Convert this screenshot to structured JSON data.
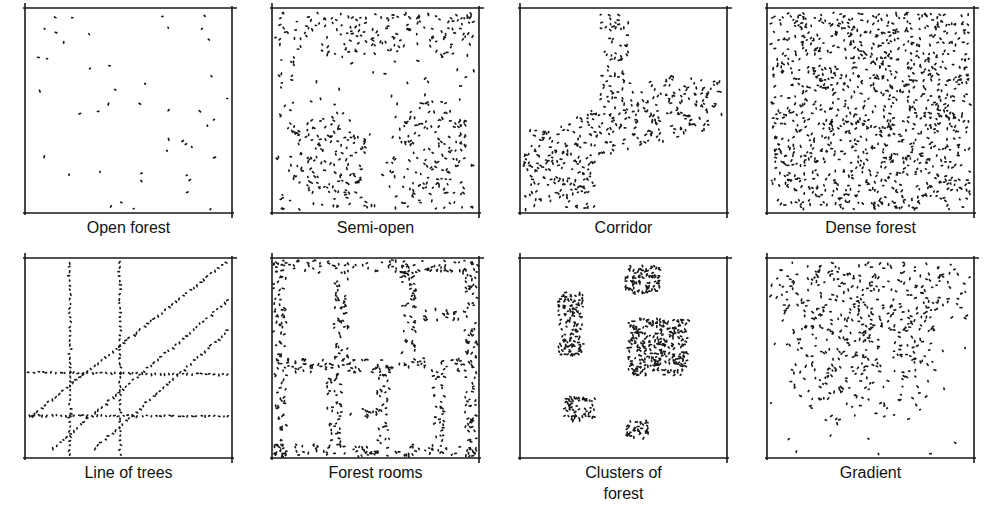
{
  "diagram": {
    "nodes": [
      {
        "text": [
          "Open forest"
        ]
      },
      {
        "text": [
          "Semi-open"
        ]
      },
      {
        "text": [
          "Corridor"
        ]
      },
      {
        "text": [
          "Dense forest"
        ]
      },
      {
        "text": [
          "Line of trees"
        ]
      },
      {
        "text": [
          "Forest rooms"
        ]
      },
      {
        "text": [
          "Clusters of forest"
        ]
      },
      {
        "text": [
          "Gradient"
        ]
      }
    ]
  }
}
